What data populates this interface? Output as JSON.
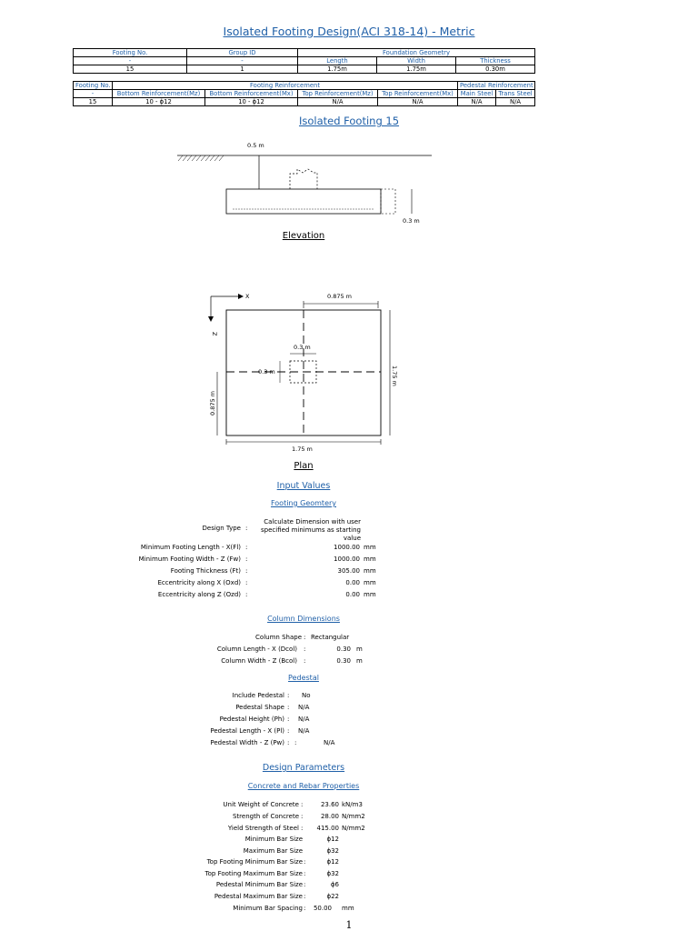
{
  "title": "Isolated Footing Design(ACI 318-14) - Metric",
  "summary1": {
    "headers": [
      "Footing No.",
      "Group ID",
      "Foundation Geometry"
    ],
    "subheaders": [
      "-",
      "-",
      "Length",
      "Width",
      "Thickness"
    ],
    "values": [
      "15",
      "1",
      "1.75m",
      "1.75m",
      "0.30m"
    ]
  },
  "summary2": {
    "headers": [
      "Footing No.",
      "Footing Reinforcement",
      "Pedestal Reinforcement"
    ],
    "subheaders": [
      "-",
      "Bottom Reinforcement(Mz)",
      "Bottom Reinforcement(Mx)",
      "Top Reinforcement(Mz)",
      "Top Reinforcement(Mx)",
      "Main Steel",
      "Trans Steel"
    ],
    "values": [
      "15",
      "10 - ϕ12",
      "10 - ϕ12",
      "N/A",
      "N/A",
      "N/A",
      "N/A"
    ]
  },
  "footing_title": "Isolated Footing 15",
  "elevation": {
    "dim_top": "0.5 m",
    "dim_right": "0.3 m",
    "caption": "Elevation"
  },
  "plan": {
    "axis_x": "X",
    "axis_z": "Z",
    "dim_top": "0.875 m",
    "dim_right": "1.75 m",
    "dim_bottom": "1.75 m",
    "dim_left": "0.875 m",
    "col_top": "0.3 m",
    "col_left": "0.3 m",
    "caption": "Plan"
  },
  "input_values": "Input Values",
  "footing_geometry": {
    "heading": "Footing Geomtery",
    "design_type_label": "Design Type",
    "design_type_value": [
      "Calculate Dimension with user",
      "specified minimums as starting",
      "value"
    ],
    "rows": [
      {
        "label": "Minimum Footing Length - X(Fl)",
        "value": "1000.00",
        "unit": "mm"
      },
      {
        "label": "Minimum Footing Width - Z (Fw)",
        "value": "1000.00",
        "unit": "mm"
      },
      {
        "label": "Footing Thickness (Ft)",
        "value": "305.00",
        "unit": "mm"
      },
      {
        "label": "Eccentricity along X (Oxd)",
        "value": "0.00",
        "unit": "mm"
      },
      {
        "label": "Eccentricity along Z (Ozd)",
        "value": "0.00",
        "unit": "mm"
      }
    ]
  },
  "column_dimensions": {
    "heading": "Column Dimensions",
    "shape_label": "Column Shape",
    "shape_value": "Rectangular",
    "rows": [
      {
        "label": "Column Length - X (Dcol)",
        "value": "0.30",
        "unit": "m"
      },
      {
        "label": "Column Width - Z (Bcol)",
        "value": "0.30",
        "unit": "m"
      }
    ]
  },
  "pedestal": {
    "heading": "Pedestal",
    "rows": [
      {
        "label": "Include Pedestal",
        "value": "No"
      },
      {
        "label": "Pedestal Shape",
        "value": "N/A"
      },
      {
        "label": "Pedestal Height (Ph)",
        "value": "N/A"
      },
      {
        "label": "Pedestal Length - X (Pl)",
        "value": "N/A"
      },
      {
        "label": "Pedestal Width - Z (Pw)",
        "value": "N/A"
      }
    ]
  },
  "design_parameters": "Design Parameters",
  "concrete_rebar": {
    "heading": "Concrete and Rebar Properties",
    "rows": [
      {
        "label": "Unit Weight of Concrete",
        "value": "23.60",
        "unit": "kN/m3"
      },
      {
        "label": "Strength of Concrete",
        "value": "28.00",
        "unit": "N/mm2"
      },
      {
        "label": "Yield Strength of Steel",
        "value": "415.00",
        "unit": "N/mm2"
      },
      {
        "label": "Minimum Bar Size",
        "value": "ϕ12",
        "unit": ""
      },
      {
        "label": "Maximum Bar Size",
        "value": "ϕ32",
        "unit": ""
      },
      {
        "label": "Top Footing Minimum Bar Size",
        "value": "ϕ12",
        "unit": ""
      },
      {
        "label": "Top Footing Maximum Bar Size",
        "value": "ϕ32",
        "unit": ""
      },
      {
        "label": "Pedestal Minimum Bar Size",
        "value": "ϕ6",
        "unit": ""
      },
      {
        "label": "Pedestal Maximum Bar Size",
        "value": "ϕ22",
        "unit": ""
      },
      {
        "label": "Minimum Bar Spacing",
        "value": "50.00",
        "unit": "mm"
      }
    ]
  },
  "page_number": "1"
}
